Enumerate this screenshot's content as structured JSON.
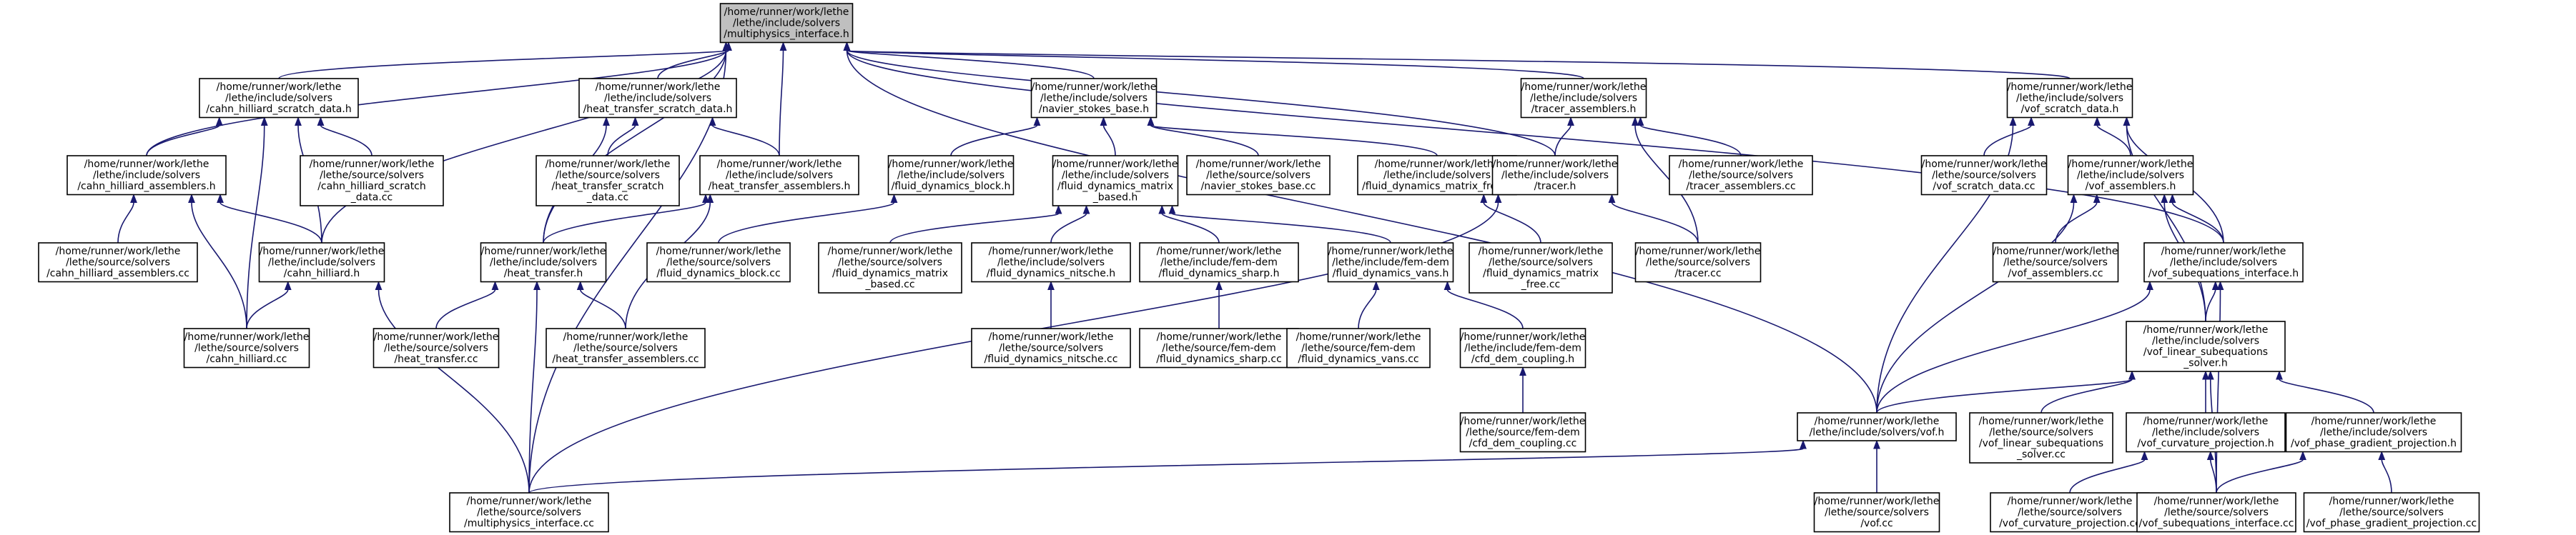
{
  "graph": {
    "title": "multiphysics_interface.h include dependency graph",
    "colors": {
      "edge": "#191970",
      "node_border": "#000000",
      "root_fill": "#bfbfbf",
      "node_fill": "#ffffff"
    },
    "nodes": [
      {
        "id": "root",
        "lines": [
          "/home/runner/work/lethe",
          "/lethe/include/solvers",
          "/multiphysics_interface.h"
        ],
        "root": true
      },
      {
        "id": "chsd",
        "lines": [
          "/home/runner/work/lethe",
          "/lethe/include/solvers",
          "/cahn_hilliard_scratch_data.h"
        ]
      },
      {
        "id": "htsd",
        "lines": [
          "/home/runner/work/lethe",
          "/lethe/include/solvers",
          "/heat_transfer_scratch_data.h"
        ]
      },
      {
        "id": "nsb",
        "lines": [
          "/home/runner/work/lethe",
          "/lethe/include/solvers",
          "/navier_stokes_base.h"
        ]
      },
      {
        "id": "tra",
        "lines": [
          "/home/runner/work/lethe",
          "/lethe/include/solvers",
          "/tracer_assemblers.h"
        ]
      },
      {
        "id": "vofsd",
        "lines": [
          "/home/runner/work/lethe",
          "/lethe/include/solvers",
          "/vof_scratch_data.h"
        ]
      },
      {
        "id": "cha",
        "lines": [
          "/home/runner/work/lethe",
          "/lethe/include/solvers",
          "/cahn_hilliard_assemblers.h"
        ]
      },
      {
        "id": "chsdcc",
        "lines": [
          "/home/runner/work/lethe",
          "/lethe/source/solvers",
          "/cahn_hilliard_scratch",
          "_data.cc"
        ]
      },
      {
        "id": "htsdcc",
        "lines": [
          "/home/runner/work/lethe",
          "/lethe/source/solvers",
          "/heat_transfer_scratch",
          "_data.cc"
        ]
      },
      {
        "id": "hta",
        "lines": [
          "/home/runner/work/lethe",
          "/lethe/include/solvers",
          "/heat_transfer_assemblers.h"
        ]
      },
      {
        "id": "fdb",
        "lines": [
          "/home/runner/work/lethe",
          "/lethe/include/solvers",
          "/fluid_dynamics_block.h"
        ]
      },
      {
        "id": "fdmb",
        "lines": [
          "/home/runner/work/lethe",
          "/lethe/include/solvers",
          "/fluid_dynamics_matrix",
          "_based.h"
        ]
      },
      {
        "id": "nsbcc",
        "lines": [
          "/home/runner/work/lethe",
          "/lethe/source/solvers",
          "/navier_stokes_base.cc"
        ]
      },
      {
        "id": "fdmf",
        "lines": [
          "/home/runner/work/lethe",
          "/lethe/include/solvers",
          "/fluid_dynamics_matrix_free.h"
        ]
      },
      {
        "id": "tr",
        "lines": [
          "/home/runner/work/lethe",
          "/lethe/include/solvers",
          "/tracer.h"
        ]
      },
      {
        "id": "tracc",
        "lines": [
          "/home/runner/work/lethe",
          "/lethe/source/solvers",
          "/tracer_assemblers.cc"
        ]
      },
      {
        "id": "vofsdcc",
        "lines": [
          "/home/runner/work/lethe",
          "/lethe/source/solvers",
          "/vof_scratch_data.cc"
        ]
      },
      {
        "id": "vofa",
        "lines": [
          "/home/runner/work/lethe",
          "/lethe/include/solvers",
          "/vof_assemblers.h"
        ]
      },
      {
        "id": "chacc",
        "lines": [
          "/home/runner/work/lethe",
          "/lethe/source/solvers",
          "/cahn_hilliard_assemblers.cc"
        ]
      },
      {
        "id": "ch",
        "lines": [
          "/home/runner/work/lethe",
          "/lethe/include/solvers",
          "/cahn_hilliard.h"
        ]
      },
      {
        "id": "ht",
        "lines": [
          "/home/runner/work/lethe",
          "/lethe/include/solvers",
          "/heat_transfer.h"
        ]
      },
      {
        "id": "fdbcc",
        "lines": [
          "/home/runner/work/lethe",
          "/lethe/source/solvers",
          "/fluid_dynamics_block.cc"
        ]
      },
      {
        "id": "fdmbcc",
        "lines": [
          "/home/runner/work/lethe",
          "/lethe/source/solvers",
          "/fluid_dynamics_matrix",
          "_based.cc"
        ]
      },
      {
        "id": "fdn",
        "lines": [
          "/home/runner/work/lethe",
          "/lethe/include/solvers",
          "/fluid_dynamics_nitsche.h"
        ]
      },
      {
        "id": "fds",
        "lines": [
          "/home/runner/work/lethe",
          "/lethe/include/fem-dem",
          "/fluid_dynamics_sharp.h"
        ]
      },
      {
        "id": "fdv",
        "lines": [
          "/home/runner/work/lethe",
          "/lethe/include/fem-dem",
          "/fluid_dynamics_vans.h"
        ]
      },
      {
        "id": "fdmfcc",
        "lines": [
          "/home/runner/work/lethe",
          "/lethe/source/solvers",
          "/fluid_dynamics_matrix",
          "_free.cc"
        ]
      },
      {
        "id": "trcc",
        "lines": [
          "/home/runner/work/lethe",
          "/lethe/source/solvers",
          "/tracer.cc"
        ]
      },
      {
        "id": "vofacc",
        "lines": [
          "/home/runner/work/lethe",
          "/lethe/source/solvers",
          "/vof_assemblers.cc"
        ]
      },
      {
        "id": "vofsi",
        "lines": [
          "/home/runner/work/lethe",
          "/lethe/include/solvers",
          "/vof_subequations_interface.h"
        ]
      },
      {
        "id": "chcc",
        "lines": [
          "/home/runner/work/lethe",
          "/lethe/source/solvers",
          "/cahn_hilliard.cc"
        ]
      },
      {
        "id": "htcc",
        "lines": [
          "/home/runner/work/lethe",
          "/lethe/source/solvers",
          "/heat_transfer.cc"
        ]
      },
      {
        "id": "htacc",
        "lines": [
          "/home/runner/work/lethe",
          "/lethe/source/solvers",
          "/heat_transfer_assemblers.cc"
        ]
      },
      {
        "id": "fdncc",
        "lines": [
          "/home/runner/work/lethe",
          "/lethe/source/solvers",
          "/fluid_dynamics_nitsche.cc"
        ]
      },
      {
        "id": "fdscc",
        "lines": [
          "/home/runner/work/lethe",
          "/lethe/source/fem-dem",
          "/fluid_dynamics_sharp.cc"
        ]
      },
      {
        "id": "fdvcc",
        "lines": [
          "/home/runner/work/lethe",
          "/lethe/source/fem-dem",
          "/fluid_dynamics_vans.cc"
        ]
      },
      {
        "id": "cdc",
        "lines": [
          "/home/runner/work/lethe",
          "/lethe/include/fem-dem",
          "/cfd_dem_coupling.h"
        ]
      },
      {
        "id": "voflss",
        "lines": [
          "/home/runner/work/lethe",
          "/lethe/include/solvers",
          "/vof_linear_subequations",
          "_solver.h"
        ]
      },
      {
        "id": "cdccc",
        "lines": [
          "/home/runner/work/lethe",
          "/lethe/source/fem-dem",
          "/cfd_dem_coupling.cc"
        ]
      },
      {
        "id": "vof",
        "lines": [
          "/home/runner/work/lethe",
          "/lethe/include/solvers/vof.h"
        ]
      },
      {
        "id": "voflsscc",
        "lines": [
          "/home/runner/work/lethe",
          "/lethe/source/solvers",
          "/vof_linear_subequations",
          "_solver.cc"
        ]
      },
      {
        "id": "vofcp",
        "lines": [
          "/home/runner/work/lethe",
          "/lethe/include/solvers",
          "/vof_curvature_projection.h"
        ]
      },
      {
        "id": "vofpgp",
        "lines": [
          "/home/runner/work/lethe",
          "/lethe/include/solvers",
          "/vof_phase_gradient_projection.h"
        ]
      },
      {
        "id": "mpicc",
        "lines": [
          "/home/runner/work/lethe",
          "/lethe/source/solvers",
          "/multiphysics_interface.cc"
        ]
      },
      {
        "id": "vofcc",
        "lines": [
          "/home/runner/work/lethe",
          "/lethe/source/solvers",
          "/vof.cc"
        ]
      },
      {
        "id": "vofcpcc",
        "lines": [
          "/home/runner/work/lethe",
          "/lethe/source/solvers",
          "/vof_curvature_projection.cc"
        ]
      },
      {
        "id": "vofsicc",
        "lines": [
          "/home/runner/work/lethe",
          "/lethe/source/solvers",
          "/vof_subequations_interface.cc"
        ]
      },
      {
        "id": "vofpgpcc",
        "lines": [
          "/home/runner/work/lethe",
          "/lethe/source/solvers",
          "/vof_phase_gradient_projection.cc"
        ]
      }
    ],
    "edges": [
      [
        "chsd",
        "root"
      ],
      [
        "htsd",
        "root"
      ],
      [
        "nsb",
        "root"
      ],
      [
        "tra",
        "root"
      ],
      [
        "vofsd",
        "root"
      ],
      [
        "cha",
        "root"
      ],
      [
        "hta",
        "root"
      ],
      [
        "ch",
        "root"
      ],
      [
        "ht",
        "root"
      ],
      [
        "tr",
        "root"
      ],
      [
        "vofsi",
        "root"
      ],
      [
        "vof",
        "root"
      ],
      [
        "mpicc",
        "root"
      ],
      [
        "cha",
        "chsd"
      ],
      [
        "chsdcc",
        "chsd"
      ],
      [
        "ch",
        "chsd"
      ],
      [
        "chcc",
        "chsd"
      ],
      [
        "htsdcc",
        "htsd"
      ],
      [
        "hta",
        "htsd"
      ],
      [
        "ht",
        "htsd"
      ],
      [
        "fdb",
        "nsb"
      ],
      [
        "fdmb",
        "nsb"
      ],
      [
        "nsbcc",
        "nsb"
      ],
      [
        "fdmf",
        "nsb"
      ],
      [
        "tr",
        "tra"
      ],
      [
        "tracc",
        "tra"
      ],
      [
        "trcc",
        "tra"
      ],
      [
        "vofsdcc",
        "vofsd"
      ],
      [
        "vofa",
        "vofsd"
      ],
      [
        "vofsi",
        "vofsd"
      ],
      [
        "voflss",
        "vofsd"
      ],
      [
        "vof",
        "vofsd"
      ],
      [
        "chacc",
        "cha"
      ],
      [
        "ch",
        "cha"
      ],
      [
        "chcc",
        "cha"
      ],
      [
        "ht",
        "hta"
      ],
      [
        "htacc",
        "hta"
      ],
      [
        "fdbcc",
        "fdb"
      ],
      [
        "fdmbcc",
        "fdmb"
      ],
      [
        "fdn",
        "fdmb"
      ],
      [
        "fds",
        "fdmb"
      ],
      [
        "fdv",
        "fdmb"
      ],
      [
        "fdmfcc",
        "fdmf"
      ],
      [
        "trcc",
        "tr"
      ],
      [
        "mpicc",
        "tr"
      ],
      [
        "vofacc",
        "vofa"
      ],
      [
        "vofsi",
        "vofa"
      ],
      [
        "voflss",
        "vofa"
      ],
      [
        "vof",
        "vofa"
      ],
      [
        "chcc",
        "ch"
      ],
      [
        "mpicc",
        "ch"
      ],
      [
        "htcc",
        "ht"
      ],
      [
        "htacc",
        "ht"
      ],
      [
        "mpicc",
        "ht"
      ],
      [
        "fdncc",
        "fdn"
      ],
      [
        "fdscc",
        "fds"
      ],
      [
        "fdvcc",
        "fdv"
      ],
      [
        "cdc",
        "fdv"
      ],
      [
        "voflss",
        "vofsi"
      ],
      [
        "vof",
        "vofsi"
      ],
      [
        "vofsicc",
        "vofsi"
      ],
      [
        "cdccc",
        "cdc"
      ],
      [
        "vof",
        "voflss"
      ],
      [
        "voflsscc",
        "voflss"
      ],
      [
        "vofcp",
        "voflss"
      ],
      [
        "vofpgp",
        "voflss"
      ],
      [
        "vofsicc",
        "voflss"
      ],
      [
        "vofcc",
        "vof"
      ],
      [
        "mpicc",
        "vof"
      ],
      [
        "vofcpcc",
        "vofcp"
      ],
      [
        "vofsicc",
        "vofcp"
      ],
      [
        "vofsicc",
        "vofpgp"
      ],
      [
        "vofpgpcc",
        "vofpgp"
      ]
    ]
  }
}
